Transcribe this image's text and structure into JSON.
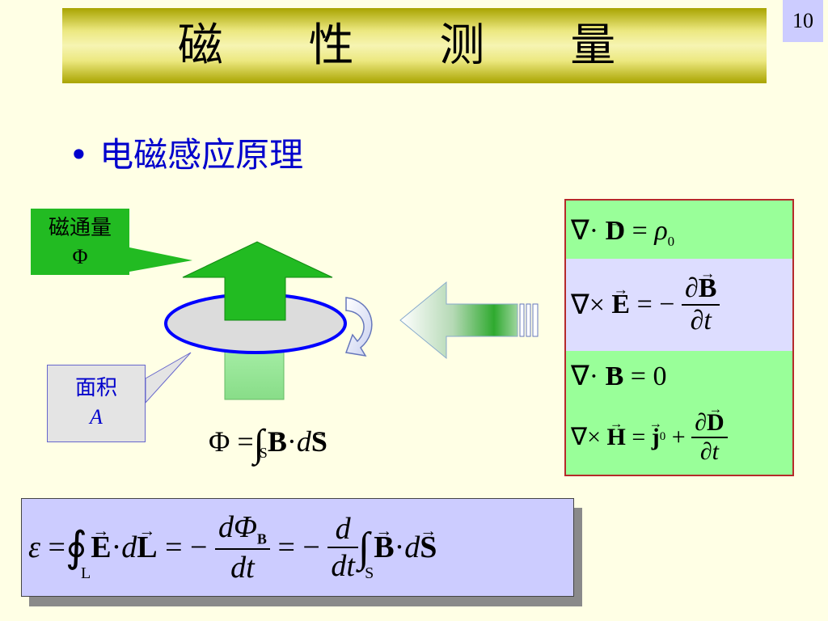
{
  "title": "磁 性 测 量",
  "page_number": "10",
  "bullet": "• 电磁感应原理",
  "flux_label": {
    "name": "磁通量",
    "symbol": "Φ"
  },
  "area_label": {
    "name": "面积",
    "symbol": "A"
  },
  "flux_formula": {
    "lhs": "Φ",
    "eq": "=",
    "integral": "∫",
    "sub": "S",
    "b": "B",
    "dot": "·",
    "d": "d",
    "s": "S"
  },
  "maxwell": {
    "row1": {
      "nabla": "∇·",
      "d": "D",
      "eq": "=",
      "rho": "ρ",
      "sub": "0"
    },
    "row2": {
      "nabla": "∇×",
      "e": "E",
      "eq": "= −",
      "num_d": "∂",
      "num_b": "B",
      "den": "∂t"
    },
    "row3": {
      "nabla": "∇·",
      "b": "B",
      "eq": "=",
      "zero": "0"
    },
    "row4": {
      "nabla": "∇×",
      "h": "H",
      "eq": "=",
      "j": "j",
      "sub": "0",
      "plus": "+",
      "num_d": "∂",
      "num_dd": "D",
      "den": "∂t"
    }
  },
  "faraday": {
    "eps": "ε",
    "eq1": "=",
    "oint": "∮",
    "sub_l": "L",
    "e": "E",
    "dot1": "·",
    "d1": "d",
    "l": "L",
    "eq2": "= −",
    "frac1_num": "dΦ",
    "frac1_num_sub": "B",
    "frac1_den": "dt",
    "eq3": "= −",
    "frac2_num": "d",
    "frac2_den": "dt",
    "int": "∫",
    "sub_s": "S",
    "b": "B",
    "dot2": "·",
    "d2": "d",
    "s": "S"
  },
  "colors": {
    "background": "#ffffe5",
    "title_gold": "#a9a400",
    "green": "#22bb22",
    "blue_text": "#0000cc",
    "loop_blue": "#0000ff",
    "maxwell_green": "#99ff99",
    "maxwell_lilac": "#ddddff",
    "box_red": "#b52a2a",
    "faraday_lilac": "#ccccff"
  }
}
